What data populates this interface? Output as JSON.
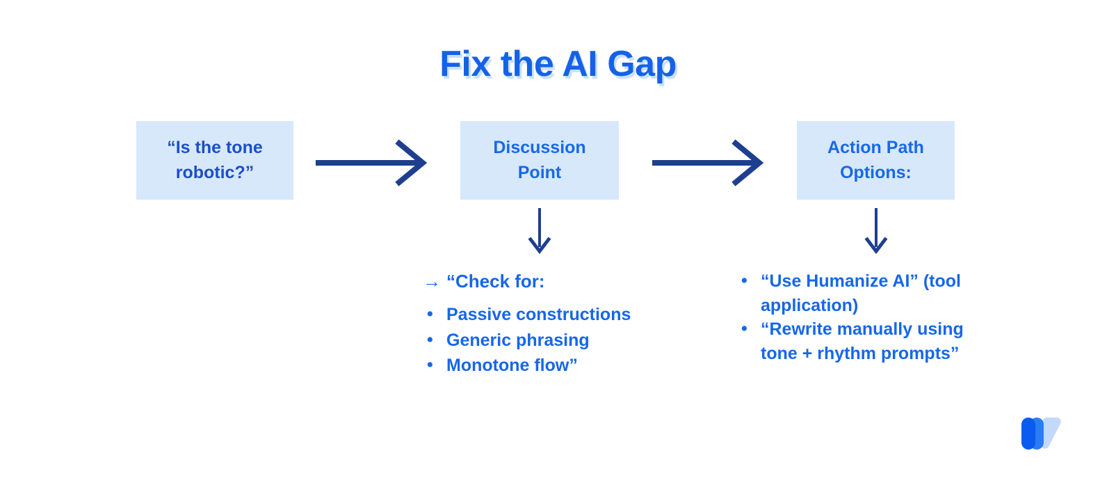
{
  "title": "Fix the AI Gap",
  "colors": {
    "title_blue": "#1562e8",
    "title_shadow": "#a0c8fa",
    "box_fill": "#d8e8fb",
    "box_text_dark": "#1b4fc9",
    "box_text_bright": "#1769e8",
    "body_blue": "#1667e8",
    "arrow_navy": "#1e3f8f",
    "logo_dark": "#0b5bf0",
    "logo_mid": "#2b7cf5",
    "logo_light": "#c3d9fb"
  },
  "flow": {
    "boxes": [
      {
        "id": "question",
        "label": "“Is the tone\nrobotic?”"
      },
      {
        "id": "discussion",
        "label": "Discussion\nPoint"
      },
      {
        "id": "action",
        "label": "Action Path\nOptions:"
      }
    ],
    "connectors": [
      {
        "id": "arrow-1",
        "type": "arrow-right",
        "from": "question",
        "to": "discussion"
      },
      {
        "id": "arrow-2",
        "type": "arrow-right",
        "from": "discussion",
        "to": "action"
      },
      {
        "id": "arrow-down-1",
        "type": "arrow-down",
        "from": "discussion",
        "to": "check-list"
      },
      {
        "id": "arrow-down-2",
        "type": "arrow-down",
        "from": "action",
        "to": "options-list"
      }
    ]
  },
  "details": {
    "middle": {
      "lead_arrow": "→",
      "lead_text": "“Check for:",
      "items": [
        "Passive constructions",
        "Generic phrasing",
        "Monotone flow”"
      ]
    },
    "right": {
      "items": [
        "“Use Humanize AI” (tool application)",
        "“Rewrite manually using tone + rhythm prompts”"
      ]
    }
  },
  "logo": {
    "name": "brand-logo"
  }
}
